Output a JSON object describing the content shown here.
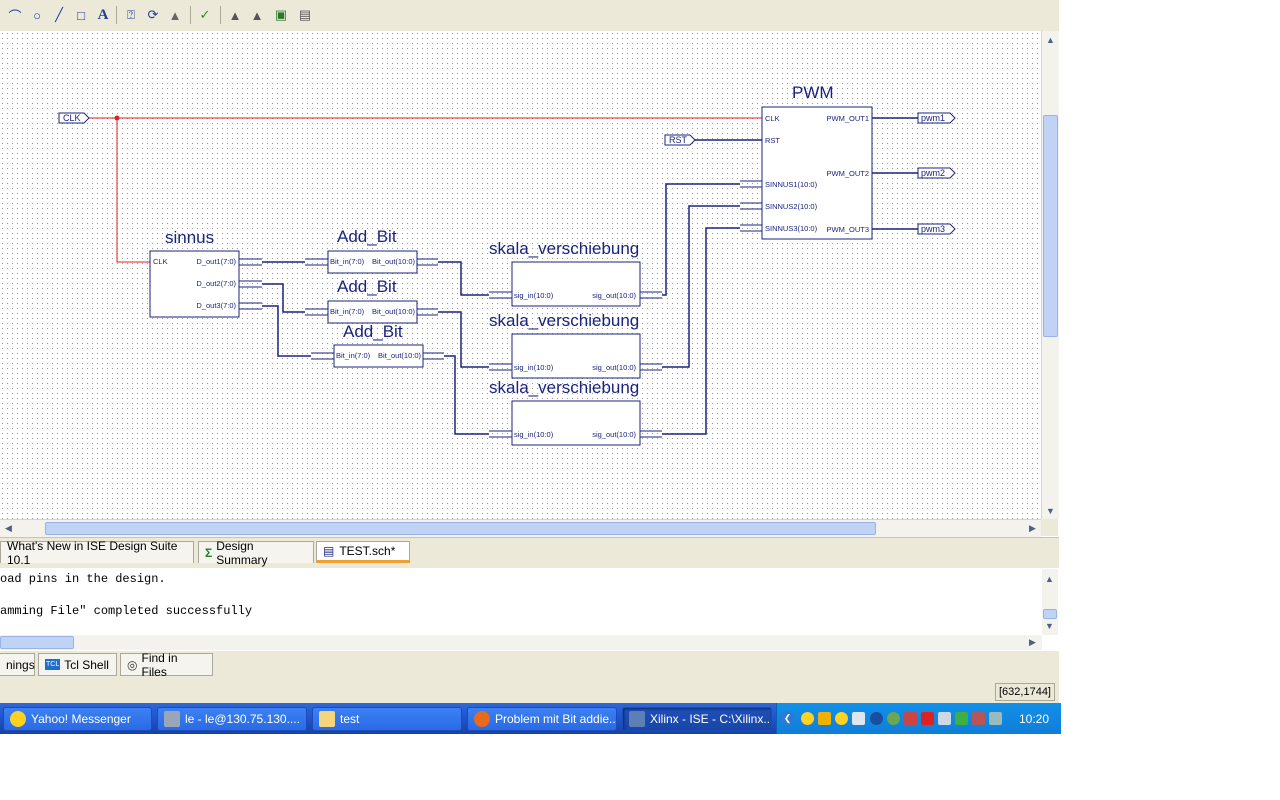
{
  "toolbar": {
    "tools": [
      "arc-tool-icon",
      "circle-tool-icon",
      "line-tool-icon",
      "rectangle-tool-icon",
      "text-tool-icon",
      "help-icon",
      "refresh-icon",
      "mirror-icon",
      "check-icon",
      "push-down-icon",
      "pop-up-icon",
      "rotate-icon",
      "symbol-icon"
    ]
  },
  "schematic": {
    "wire_color": "#1a237e",
    "clock_wire_color": "#e02020",
    "inputs": {
      "clk": "CLK",
      "rst": "RST"
    },
    "outputs": [
      "pwm1",
      "pwm2",
      "pwm3"
    ],
    "sinnus": {
      "name": "sinnus",
      "clk": "CLK",
      "d1": "D_out1(7:0)",
      "d2": "D_out2(7:0)",
      "d3": "D_out3(7:0)"
    },
    "add_bit": {
      "name": "Add_Bit",
      "in": "Bit_in(7:0)",
      "out": "Bit_out(10:0)"
    },
    "skala": {
      "name": "skala_verschiebung",
      "in": "sig_in(10:0)",
      "out": "sig_out(10:0)"
    },
    "pwm": {
      "name": "PWM",
      "clk": "CLK",
      "rst": "RST",
      "s1": "SINNUS1(10:0)",
      "s2": "SINNUS2(10:0)",
      "s3": "SINNUS3(10:0)",
      "o1": "PWM_OUT1",
      "o2": "PWM_OUT2",
      "o3": "PWM_OUT3"
    }
  },
  "doc_tabs": [
    "What's New in ISE Design Suite 10.1",
    "Design Summary",
    "TEST.sch*"
  ],
  "console": {
    "lines": [
      "oad pins in the design.",
      "",
      "amming File\" completed successfully"
    ]
  },
  "bottom_tabs": [
    "nings",
    "Tcl Shell",
    "Find in Files"
  ],
  "status": {
    "coords": "[632,1744]"
  },
  "taskbar": {
    "items": [
      "Yahoo! Messenger",
      "le - le@130.75.130....",
      "test",
      "Problem mit Bit addie...",
      "Xilinx - ISE - C:\\Xilinx..."
    ],
    "clock": "10:20"
  }
}
